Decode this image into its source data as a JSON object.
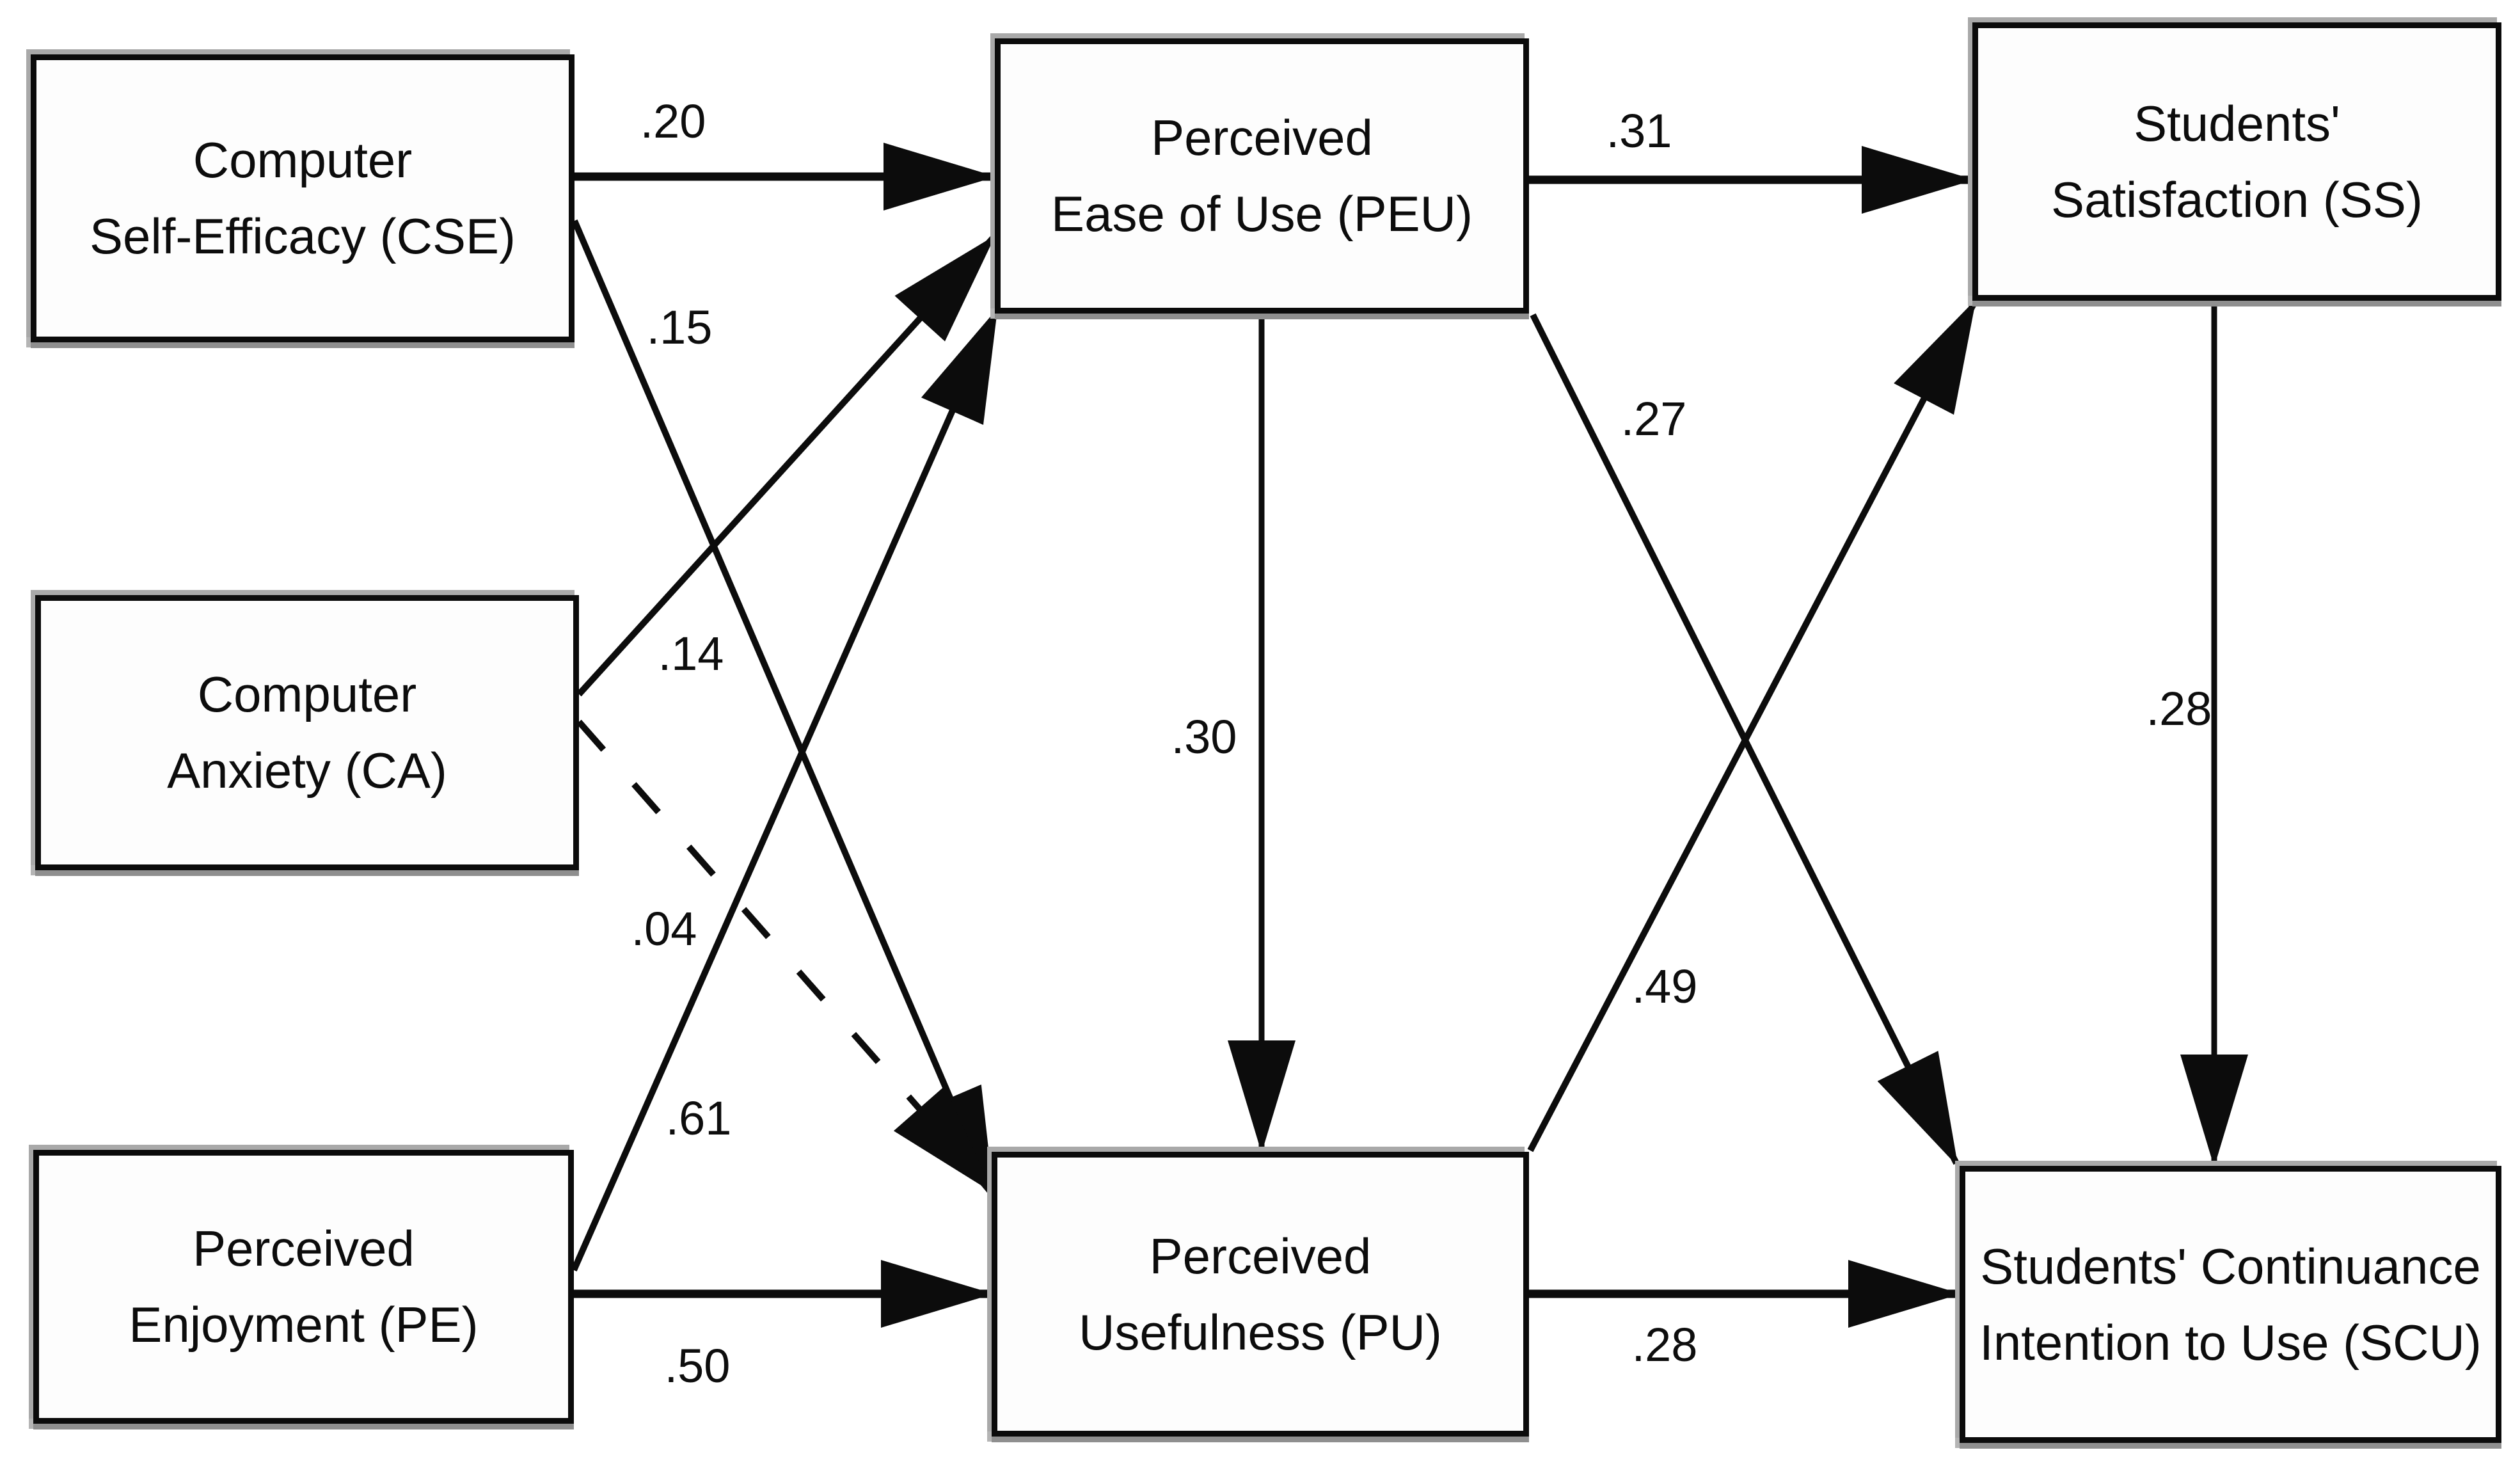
{
  "diagram": {
    "type": "path-model",
    "nodes": {
      "cse": {
        "line1": "Computer",
        "line2": "Self-Efficacy (CSE)"
      },
      "ca": {
        "line1": "Computer",
        "line2": "Anxiety (CA)"
      },
      "pe": {
        "line1": "Perceived",
        "line2": "Enjoyment (PE)"
      },
      "peu": {
        "line1": "Perceived",
        "line2": "Ease of Use (PEU)"
      },
      "pu": {
        "line1": "Perceived",
        "line2": "Usefulness (PU)"
      },
      "ss": {
        "line1": "Students'",
        "line2": "Satisfaction (SS)"
      },
      "scu": {
        "line1": "Students' Continuance",
        "line2": "Intention to Use (SCU)"
      }
    },
    "edges": [
      {
        "from": "CSE",
        "to": "PEU",
        "value": ".20",
        "style": "solid"
      },
      {
        "from": "CSE",
        "to": "PU",
        "value": ".15",
        "style": "solid"
      },
      {
        "from": "CA",
        "to": "PEU",
        "value": ".14",
        "style": "solid"
      },
      {
        "from": "CA",
        "to": "PU",
        "value": ".04",
        "style": "dashed"
      },
      {
        "from": "PE",
        "to": "PEU",
        "value": ".61",
        "style": "solid"
      },
      {
        "from": "PE",
        "to": "PU",
        "value": ".50",
        "style": "solid"
      },
      {
        "from": "PEU",
        "to": "SS",
        "value": ".31",
        "style": "solid"
      },
      {
        "from": "PEU",
        "to": "SCU",
        "value": ".27",
        "style": "solid"
      },
      {
        "from": "PEU",
        "to": "PU",
        "value": ".30",
        "style": "solid"
      },
      {
        "from": "PU",
        "to": "SS",
        "value": ".49",
        "style": "solid"
      },
      {
        "from": "PU",
        "to": "SCU",
        "value": ".28",
        "style": "solid"
      },
      {
        "from": "SS",
        "to": "SCU",
        "value": ".28",
        "style": "solid"
      }
    ],
    "colors": {
      "line": "#0c0c0c",
      "box_border": "#0b0b0b",
      "box_fill": "#fdfdfd",
      "background": "#ffffff",
      "scan_shadow": "#a9a9a9"
    }
  }
}
